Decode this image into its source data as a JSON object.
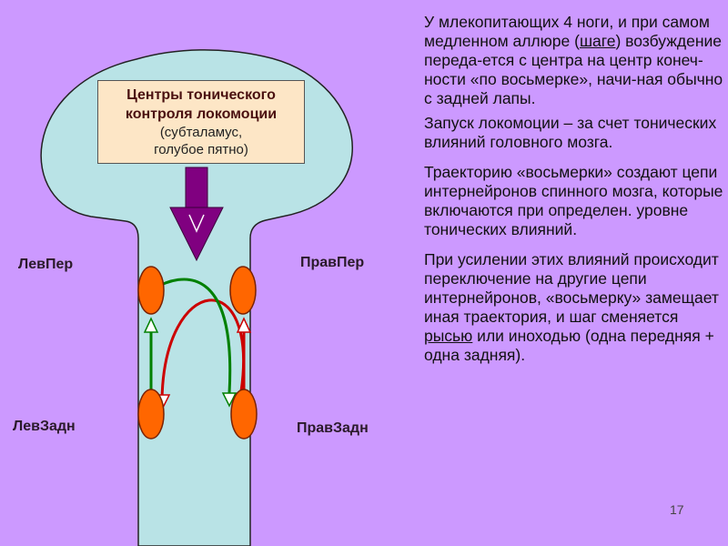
{
  "center_box": {
    "title_line1": "Центры тонического",
    "title_line2": "контроля локомоции",
    "sub_line1": "(субталамус,",
    "sub_line2": "голубое  пятно)"
  },
  "limbs": {
    "left_front": "ЛевПер",
    "right_front": "ПравПер",
    "left_hind": "ЛевЗадн",
    "right_hind": "ПравЗадн"
  },
  "text": {
    "p1_before": "У млекопитающих 4 ноги, и при самом медленном аллюре (",
    "p1_link": "шаге",
    "p1_after": ") возбуждение переда-ется с центра на центр конеч-ности «по восьмерке», начи-ная обычно с задней лапы.",
    "p2": "Запуск локомоции – за счет тонических влияний головного мозга.",
    "p3": "Траекторию «восьмерки» создают цепи интернейронов спинного мозга, которые включаются при определен. уровне тонических влияний.",
    "p4_before": "При усилении этих влияний происходит переключение на другие цепи интернейронов, «восьмерку» замещает иная траектория, и шаг сменяется ",
    "p4_link": "рысью",
    "p4_after": " или иноходью (одна передняя + одна задняя)."
  },
  "page_number": "17",
  "colors": {
    "background": "#cc99ff",
    "brain": "#b9e3e6",
    "limb_center": "#ff6600",
    "arrow_down": "#800080",
    "red_path": "#cc0000",
    "green_path": "#008000"
  }
}
